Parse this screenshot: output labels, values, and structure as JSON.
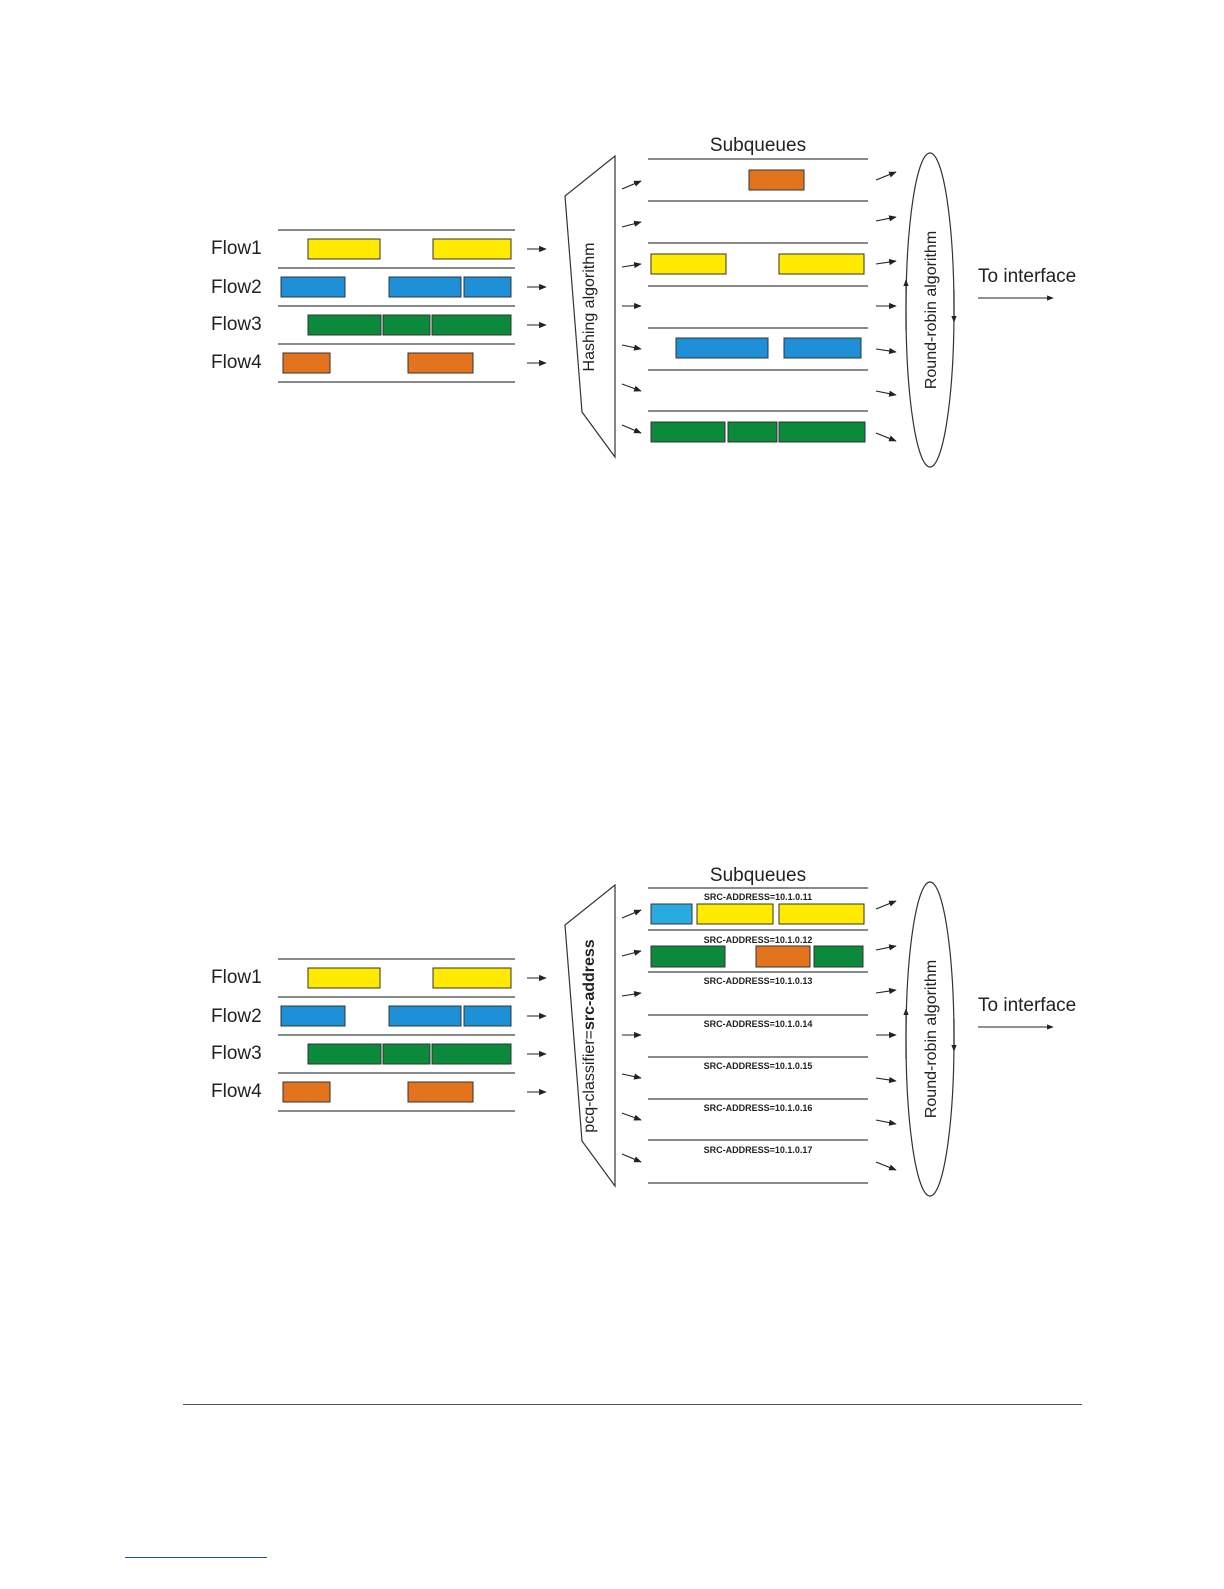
{
  "colors": {
    "yellow": "#ffea00",
    "blue": "#1e90d8",
    "light_blue": "#29abe2",
    "green": "#0b8a3c",
    "orange": "#e3731c"
  },
  "diagram1": {
    "subqueues_label": "Subqueues",
    "classifier_label": "Hashing algorithm",
    "scheduler_label": "Round-robin algorithm",
    "output_label": "To interface",
    "flows": [
      {
        "name": "Flow1",
        "packet_color": "yellow",
        "packets": 2
      },
      {
        "name": "Flow2",
        "packet_color": "blue",
        "packets": 3
      },
      {
        "name": "Flow3",
        "packet_color": "green",
        "packets": 3
      },
      {
        "name": "Flow4",
        "packet_color": "orange",
        "packets": 2
      }
    ],
    "subqueues": [
      {
        "packets": [
          "orange"
        ]
      },
      {
        "packets": []
      },
      {
        "packets": [
          "yellow",
          "yellow"
        ]
      },
      {
        "packets": []
      },
      {
        "packets": [
          "blue",
          "blue"
        ]
      },
      {
        "packets": []
      },
      {
        "packets": [
          "green",
          "green",
          "green"
        ]
      }
    ]
  },
  "diagram2": {
    "subqueues_label": "Subqueues",
    "classifier_label_plain": "pcq-classifier=",
    "classifier_label_bold": "src-address",
    "scheduler_label": "Round-robin algorithm",
    "output_label": "To interface",
    "flows": [
      {
        "name": "Flow1",
        "packet_color": "yellow",
        "packets": 2
      },
      {
        "name": "Flow2",
        "packet_color": "blue",
        "packets": 3
      },
      {
        "name": "Flow3",
        "packet_color": "green",
        "packets": 3
      },
      {
        "name": "Flow4",
        "packet_color": "orange",
        "packets": 2
      }
    ],
    "subqueues": [
      {
        "label": "SRC-ADDRESS=10.1.0.11",
        "packets": [
          "light_blue",
          "yellow",
          "yellow"
        ]
      },
      {
        "label": "SRC-ADDRESS=10.1.0.12",
        "packets": [
          "green",
          "orange",
          "green"
        ]
      },
      {
        "label": "SRC-ADDRESS=10.1.0.13",
        "packets": []
      },
      {
        "label": "SRC-ADDRESS=10.1.0.14",
        "packets": []
      },
      {
        "label": "SRC-ADDRESS=10.1.0.15",
        "packets": []
      },
      {
        "label": "SRC-ADDRESS=10.1.0.16",
        "packets": []
      },
      {
        "label": "SRC-ADDRESS=10.1.0.17",
        "packets": []
      }
    ]
  }
}
